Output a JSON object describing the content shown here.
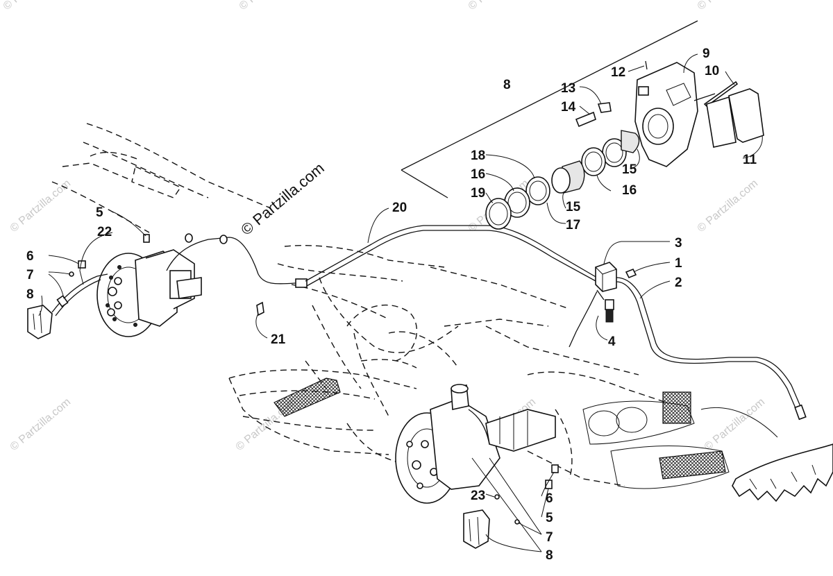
{
  "diagram": {
    "watermark_main": "© Partzilla.com",
    "watermark_faint": "© Partzilla.com",
    "callouts": {
      "c1": "1",
      "c2": "2",
      "c3": "3",
      "c4": "4",
      "c5a": "5",
      "c5b": "5",
      "c6a": "6",
      "c6b": "6",
      "c7a": "7",
      "c7b": "7",
      "c8a": "8",
      "c8b": "8",
      "c8c": "8",
      "c9": "9",
      "c10": "10",
      "c11": "11",
      "c12": "12",
      "c13": "13",
      "c14": "14",
      "c15a": "15",
      "c15b": "15",
      "c16a": "16",
      "c16b": "16",
      "c17": "17",
      "c18": "18",
      "c19": "19",
      "c20": "20",
      "c21": "21",
      "c22": "22",
      "c23": "23"
    }
  }
}
